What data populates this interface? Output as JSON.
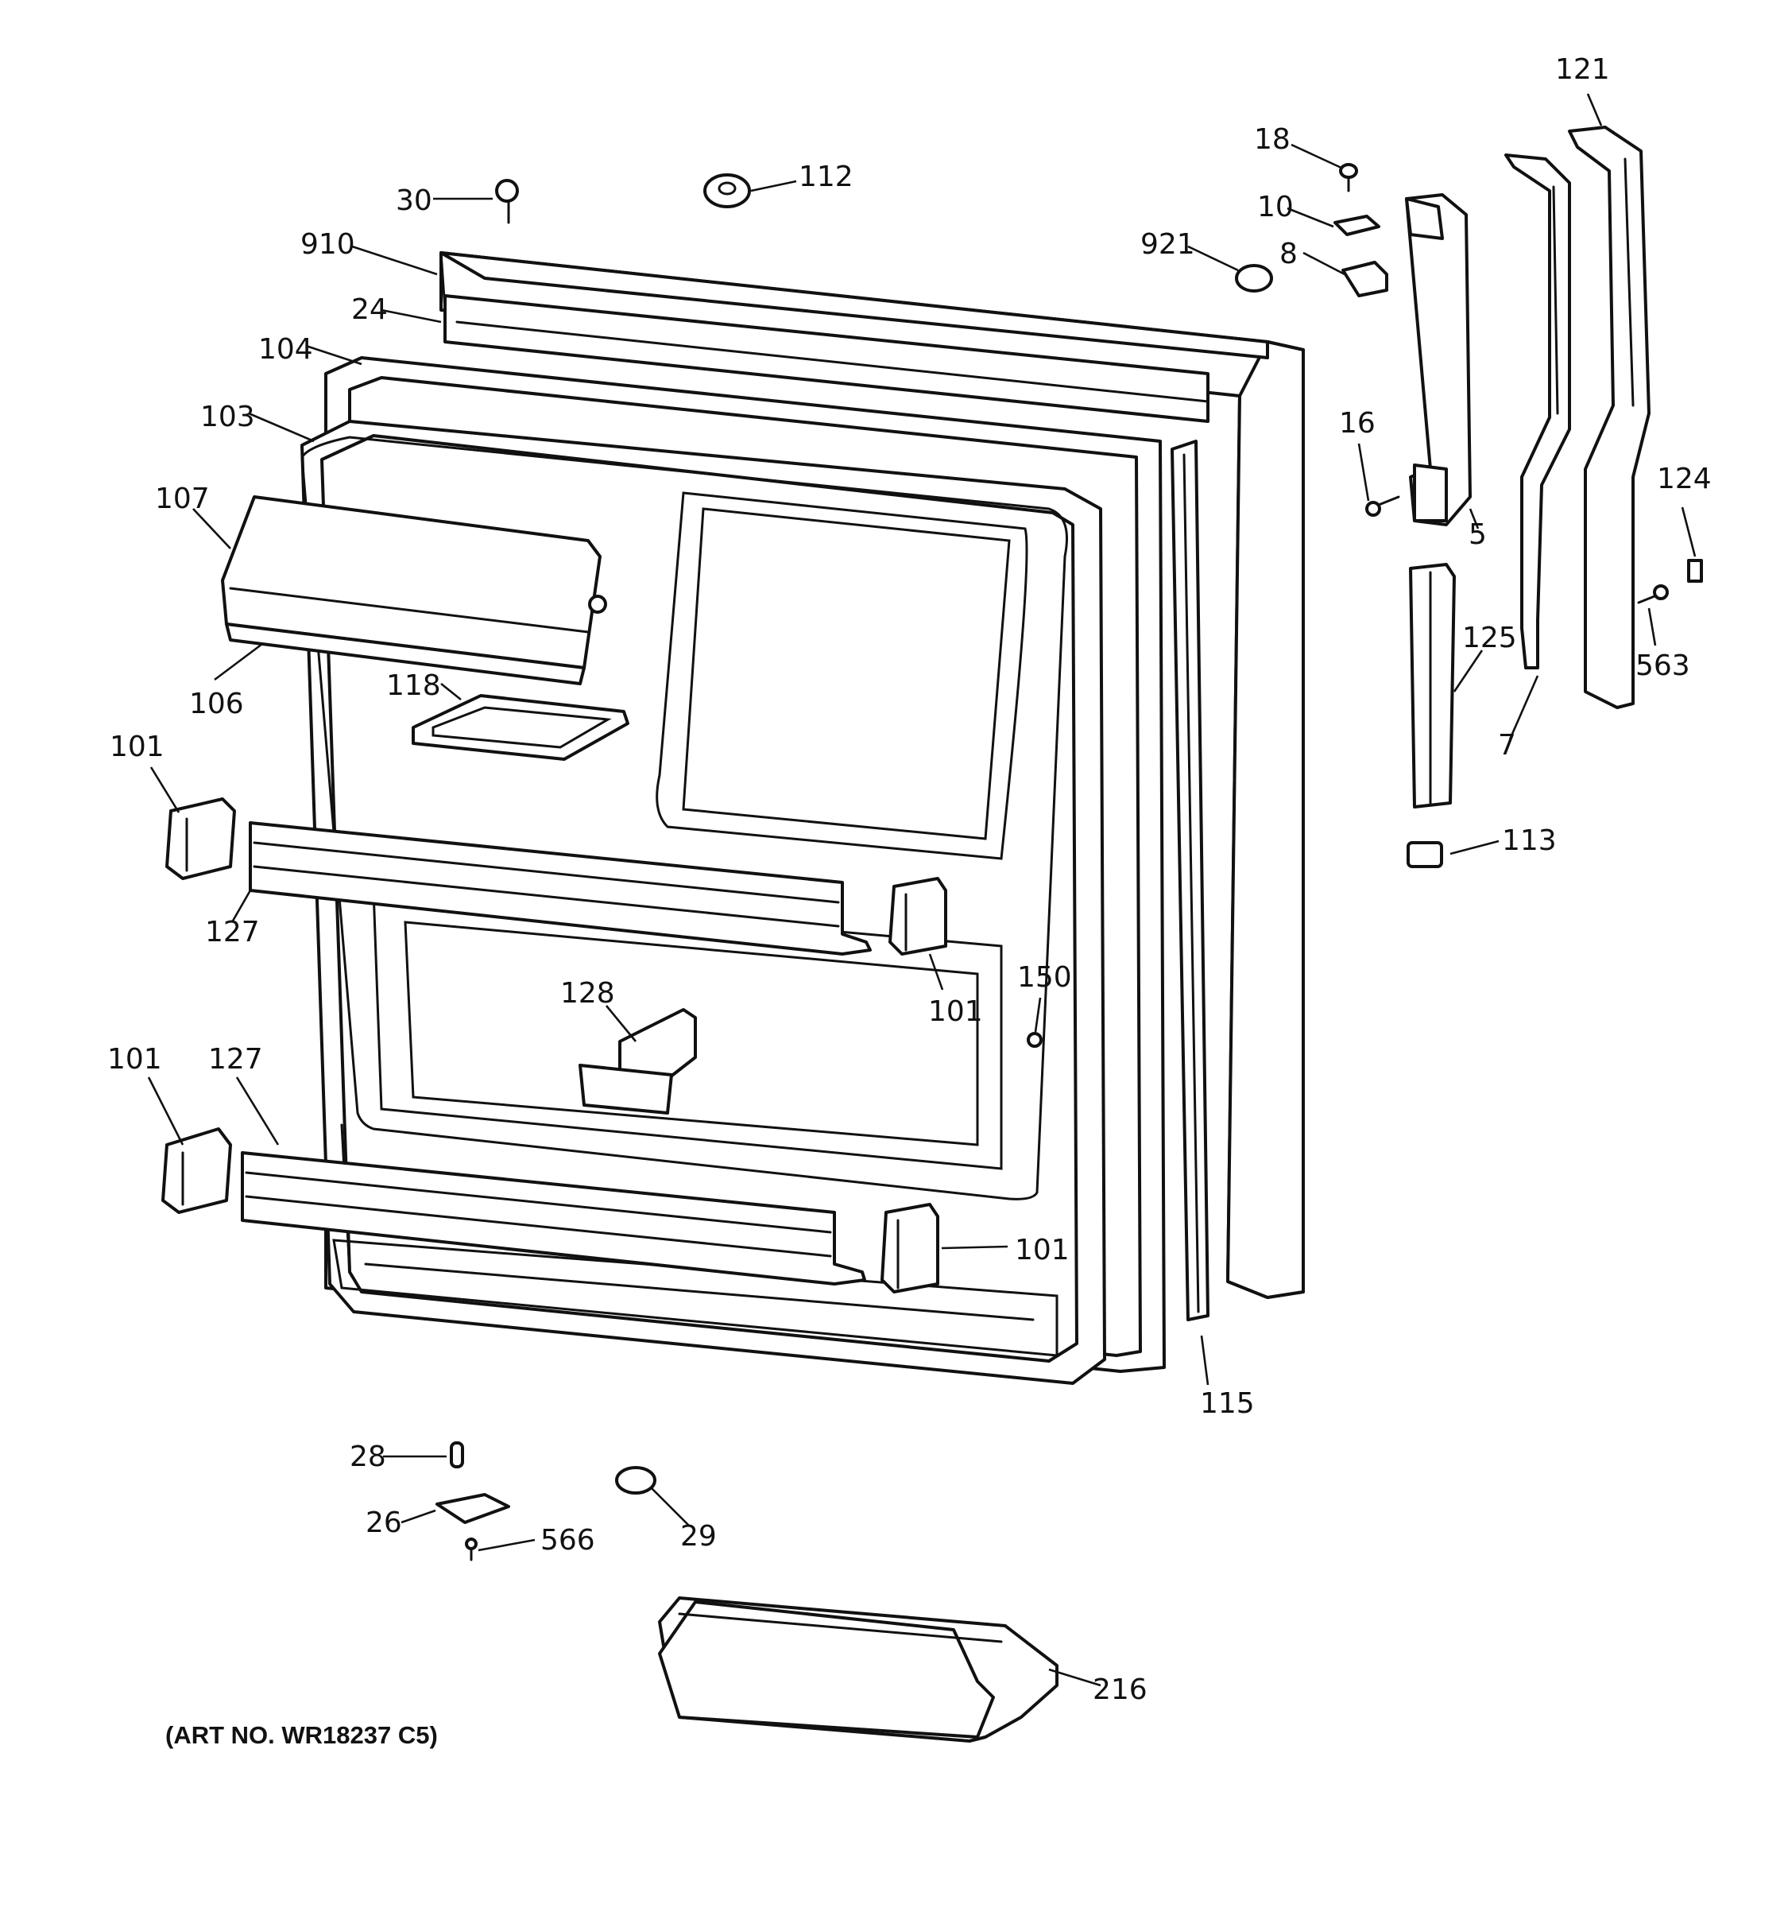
{
  "diagram": {
    "art_number": "(ART NO. WR18237 C5)",
    "callouts": [
      {
        "key": "c121",
        "label": "121"
      },
      {
        "key": "c18",
        "label": "18"
      },
      {
        "key": "c112",
        "label": "112"
      },
      {
        "key": "c30",
        "label": "30"
      },
      {
        "key": "c10",
        "label": "10"
      },
      {
        "key": "c910",
        "label": "910"
      },
      {
        "key": "c921",
        "label": "921"
      },
      {
        "key": "c8",
        "label": "8"
      },
      {
        "key": "c24",
        "label": "24"
      },
      {
        "key": "c104",
        "label": "104"
      },
      {
        "key": "c103",
        "label": "103"
      },
      {
        "key": "c16",
        "label": "16"
      },
      {
        "key": "c124",
        "label": "124"
      },
      {
        "key": "c107",
        "label": "107"
      },
      {
        "key": "c5",
        "label": "5"
      },
      {
        "key": "c125",
        "label": "125"
      },
      {
        "key": "c563",
        "label": "563"
      },
      {
        "key": "c106",
        "label": "106"
      },
      {
        "key": "c118",
        "label": "118"
      },
      {
        "key": "c7",
        "label": "7"
      },
      {
        "key": "c101a",
        "label": "101"
      },
      {
        "key": "c113",
        "label": "113"
      },
      {
        "key": "c127a",
        "label": "127"
      },
      {
        "key": "c128",
        "label": "128"
      },
      {
        "key": "c150",
        "label": "150"
      },
      {
        "key": "c101b",
        "label": "101"
      },
      {
        "key": "c101c",
        "label": "101"
      },
      {
        "key": "c127b",
        "label": "127"
      },
      {
        "key": "c101d",
        "label": "101"
      },
      {
        "key": "c115",
        "label": "115"
      },
      {
        "key": "c28",
        "label": "28"
      },
      {
        "key": "c26",
        "label": "26"
      },
      {
        "key": "c566",
        "label": "566"
      },
      {
        "key": "c29",
        "label": "29"
      },
      {
        "key": "c216",
        "label": "216"
      }
    ]
  }
}
